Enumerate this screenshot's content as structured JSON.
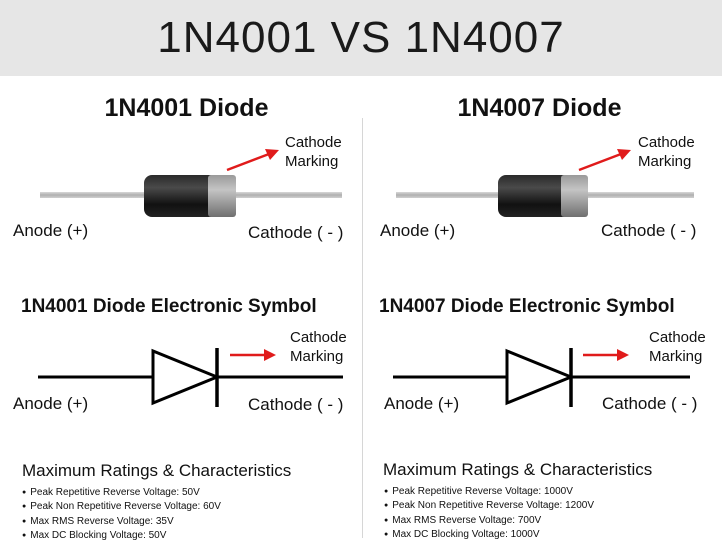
{
  "title": "1N4001 VS 1N4007",
  "panels": [
    {
      "heading": "1N4001 Diode",
      "cathode_marking": [
        "Cathode",
        "Marking"
      ],
      "anode_label": "Anode (+)",
      "cathode_label": "Cathode ( - )",
      "symbol_heading": "1N4001 Diode Electronic Symbol",
      "symbol_marking": [
        "Cathode",
        "Marking"
      ],
      "symbol_anode_label": "Anode (+)",
      "symbol_cathode_label": "Cathode ( - )",
      "ratings_title": "Maximum Ratings & Characteristics",
      "ratings": [
        "Peak Repetitive Reverse Voltage: 50V",
        "Peak Non Repetitive Reverse Voltage: 60V",
        "Max RMS Reverse Voltage: 35V",
        "Max DC Blocking Voltage: 50V"
      ]
    },
    {
      "heading": "1N4007 Diode",
      "cathode_marking": [
        "Cathode",
        "Marking"
      ],
      "anode_label": "Anode (+)",
      "cathode_label": "Cathode ( - )",
      "symbol_heading": "1N4007 Diode Electronic Symbol",
      "symbol_marking": [
        "Cathode",
        "Marking"
      ],
      "symbol_anode_label": "Anode (+)",
      "symbol_cathode_label": "Cathode ( - )",
      "ratings_title": "Maximum Ratings & Characteristics",
      "ratings": [
        "Peak Repetitive Reverse Voltage: 1000V",
        "Peak Non Repetitive Reverse Voltage: 1200V",
        "Max RMS Reverse Voltage: 700V",
        "Max DC Blocking Voltage: 1000V"
      ]
    }
  ],
  "colors": {
    "arrow": "#e01b1b",
    "diode_body": "#151515",
    "band": "#8e8e8e",
    "lead": "#c4c4c4",
    "banner": "#e6e6e6"
  },
  "icons": [
    "diode-photo-icon",
    "red-arrow-icon",
    "diode-symbol-icon"
  ]
}
